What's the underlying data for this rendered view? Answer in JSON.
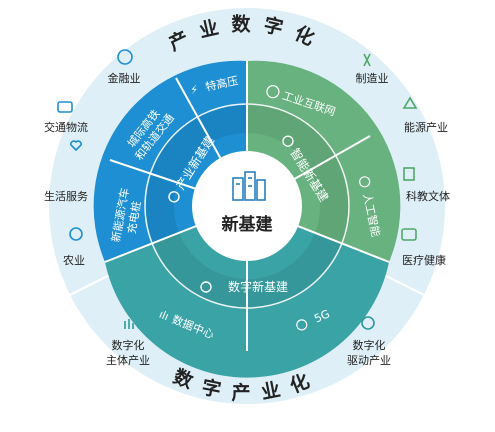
{
  "center": {
    "label": "新基建"
  },
  "top_arc_label": "产业数字化",
  "bottom_arc_label": "数字产业化",
  "segments": {
    "traditional": "产业新基建",
    "intelligent": "智能新基建",
    "digital": "数字新基建"
  },
  "inner_items": {
    "uhv": "特高压",
    "rail": [
      "城际高铁",
      "和轨道交通"
    ],
    "ev": [
      "新能源汽车",
      "充电桩"
    ],
    "iiot": "工业互联网",
    "ai": "人工智能",
    "datacenter": "数据中心",
    "fiveg": "5G"
  },
  "outer_items": {
    "finance": "金融业",
    "transport": "交通物流",
    "life": "生活服务",
    "agri": "农业",
    "manufacturing": "制造业",
    "energy": "能源产业",
    "edu": "科教文体",
    "health": "医疗健康",
    "subject": [
      "数字化",
      "主体产业"
    ],
    "driver": [
      "数字化",
      "驱动产业"
    ]
  },
  "colors": {
    "outer_ring": "#dfeff7",
    "blue": "#1d8fd2",
    "blue_dark": "#1678b8",
    "green": "#67b27f",
    "green_dark": "#559f6d",
    "teal": "#3aa3a6",
    "teal_dark": "#2d8e92",
    "icon_blue": "#1d8fd2",
    "icon_green": "#4fa86a",
    "icon_teal": "#2a9a9c",
    "text": "#222222"
  }
}
